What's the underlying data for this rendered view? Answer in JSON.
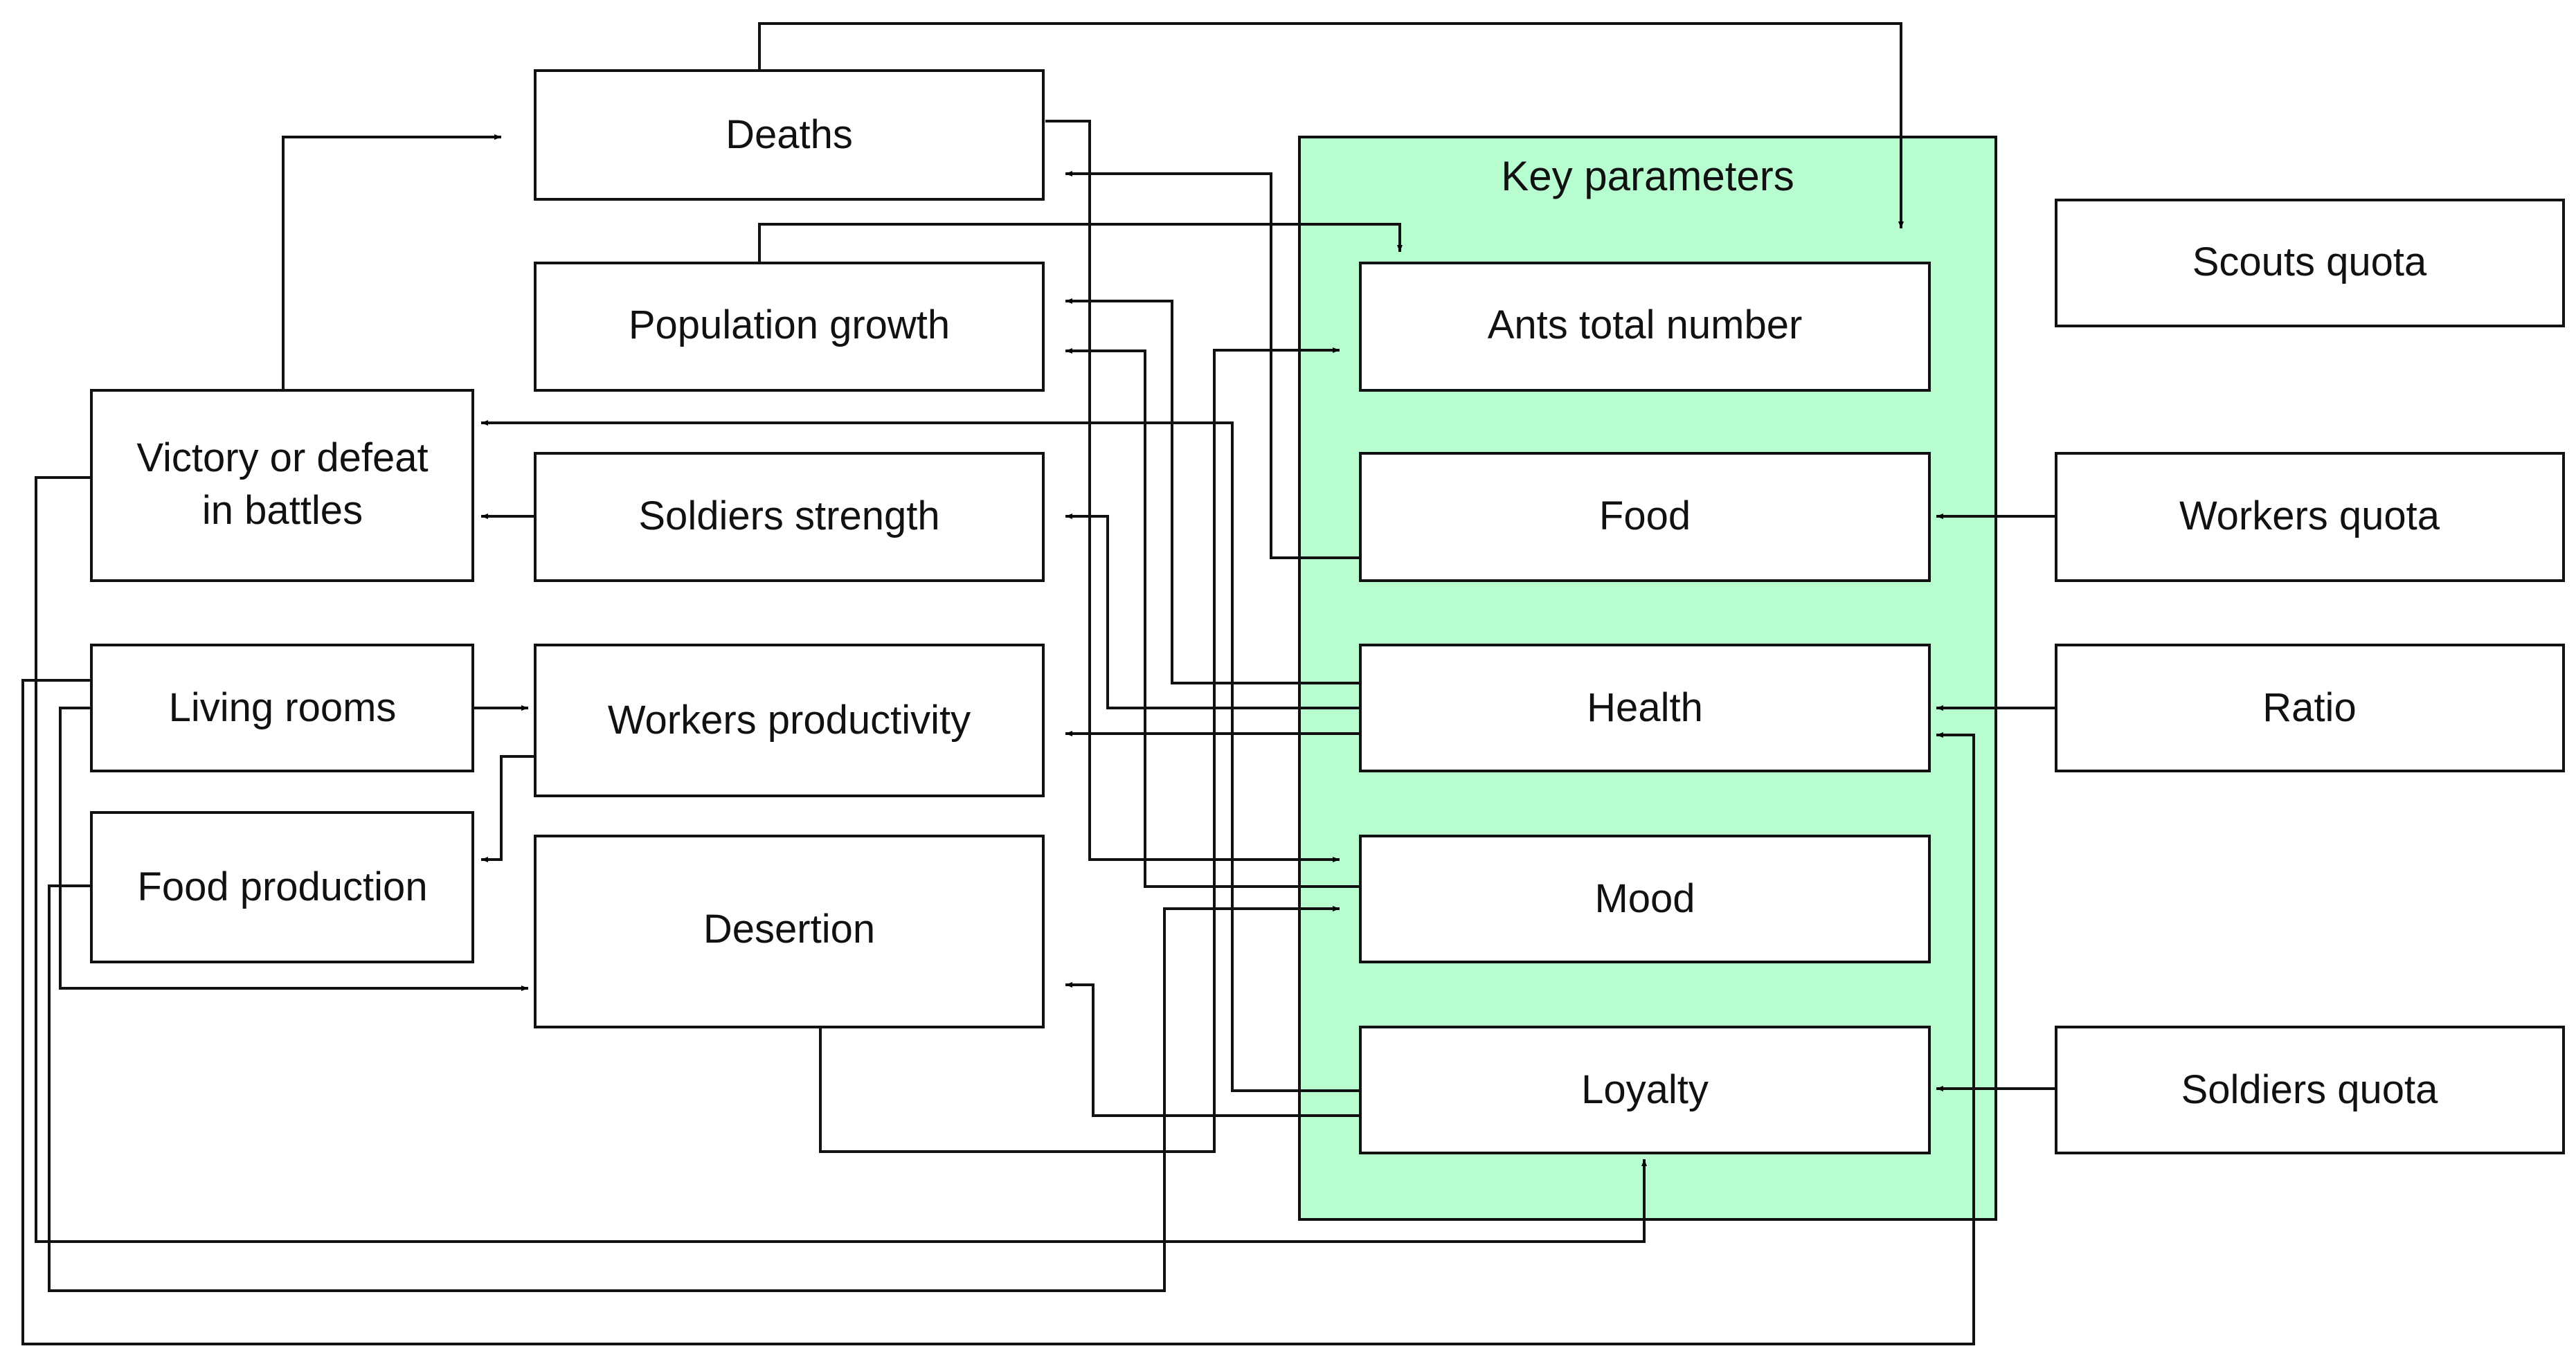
{
  "diagram": {
    "group": {
      "label": "Key parameters",
      "fill": "#b8fdd0"
    },
    "nodes": {
      "deaths": "Deaths",
      "population_growth": "Population growth",
      "victory": [
        "Victory or defeat",
        "in battles"
      ],
      "soldiers_strength": "Soldiers strength",
      "living_rooms": "Living rooms",
      "workers_productivity": "Workers productivity",
      "food_production": "Food production",
      "desertion": "Desertion",
      "ants_total_number": "Ants total number",
      "food": "Food",
      "health": "Health",
      "mood": "Mood",
      "loyalty": "Loyalty",
      "scouts_quota": "Scouts quota",
      "workers_quota": "Workers quota",
      "ratio": "Ratio",
      "soldiers_quota": "Soldiers quota"
    },
    "edges": [
      {
        "from": "deaths",
        "to": "ants_total_number"
      },
      {
        "from": "deaths",
        "to": "mood"
      },
      {
        "from": "population_growth",
        "to": "ants_total_number"
      },
      {
        "from": "victory",
        "to": "deaths"
      },
      {
        "from": "victory",
        "to": "loyalty"
      },
      {
        "from": "soldiers_strength",
        "to": "victory"
      },
      {
        "from": "living_rooms",
        "to": "workers_productivity"
      },
      {
        "from": "living_rooms",
        "to": "desertion"
      },
      {
        "from": "living_rooms",
        "to": "health"
      },
      {
        "from": "workers_productivity",
        "to": "food_production"
      },
      {
        "from": "food_production",
        "to": "mood"
      },
      {
        "from": "desertion",
        "to": "ants_total_number"
      },
      {
        "from": "food",
        "to": "deaths"
      },
      {
        "from": "health",
        "to": "population_growth"
      },
      {
        "from": "health",
        "to": "soldiers_strength"
      },
      {
        "from": "health",
        "to": "workers_productivity"
      },
      {
        "from": "mood",
        "to": "population_growth"
      },
      {
        "from": "loyalty",
        "to": "victory"
      },
      {
        "from": "loyalty",
        "to": "desertion"
      },
      {
        "from": "workers_quota",
        "to": "food"
      },
      {
        "from": "ratio",
        "to": "health"
      },
      {
        "from": "soldiers_quota",
        "to": "loyalty"
      }
    ]
  }
}
